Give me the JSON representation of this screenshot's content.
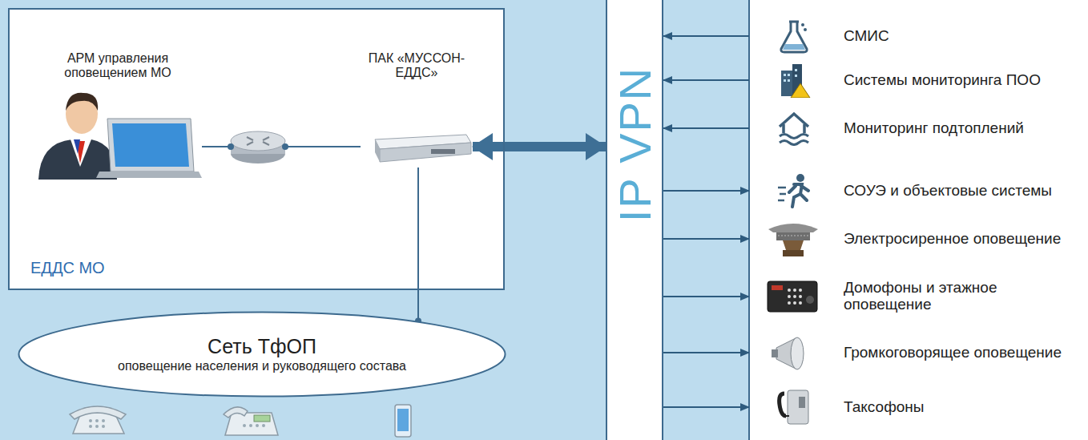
{
  "diagram": {
    "nodes": [
      {
        "text": [
          "ЕДДС МО"
        ]
      },
      {
        "text": [
          "АРМ управления оповещением МО"
        ],
        "in": 0
      },
      {
        "text": [
          "ПАК «МУССОН-ЕДДС»"
        ],
        "in": 0
      },
      {
        "text": [
          "Сеть ТфОП",
          "оповещение населения и руководящего состава"
        ]
      },
      {
        "text": [
          "IP VPN"
        ]
      },
      {
        "text": [
          "СМИС"
        ]
      },
      {
        "text": [
          "Системы мониторинга ПОО"
        ]
      },
      {
        "text": [
          "Мониторинг подтоплений"
        ]
      },
      {
        "text": [
          "СОУЭ и объектовые системы"
        ]
      },
      {
        "text": [
          "Электросиренное оповещение"
        ]
      },
      {
        "text": [
          "Домофоны и этажное оповещение"
        ]
      },
      {
        "text": [
          "Громкоговорящее оповещение"
        ]
      },
      {
        "text": [
          "Таксофоны"
        ]
      }
    ],
    "edges": [
      {
        "from": 1,
        "to": 2,
        "arrow": "none"
      },
      {
        "from": 2,
        "to": 3,
        "arrow": "none"
      },
      {
        "from": 2,
        "to": 4,
        "arrow": "both"
      },
      {
        "from": 5,
        "to": 4,
        "arrow": "to"
      },
      {
        "from": 6,
        "to": 4,
        "arrow": "to"
      },
      {
        "from": 7,
        "to": 4,
        "arrow": "to"
      },
      {
        "from": 4,
        "to": 8,
        "arrow": "to"
      },
      {
        "from": 4,
        "to": 9,
        "arrow": "to"
      },
      {
        "from": 4,
        "to": 10,
        "arrow": "to"
      },
      {
        "from": 4,
        "to": 11,
        "arrow": "to"
      },
      {
        "from": 4,
        "to": 12,
        "arrow": "to"
      }
    ]
  }
}
